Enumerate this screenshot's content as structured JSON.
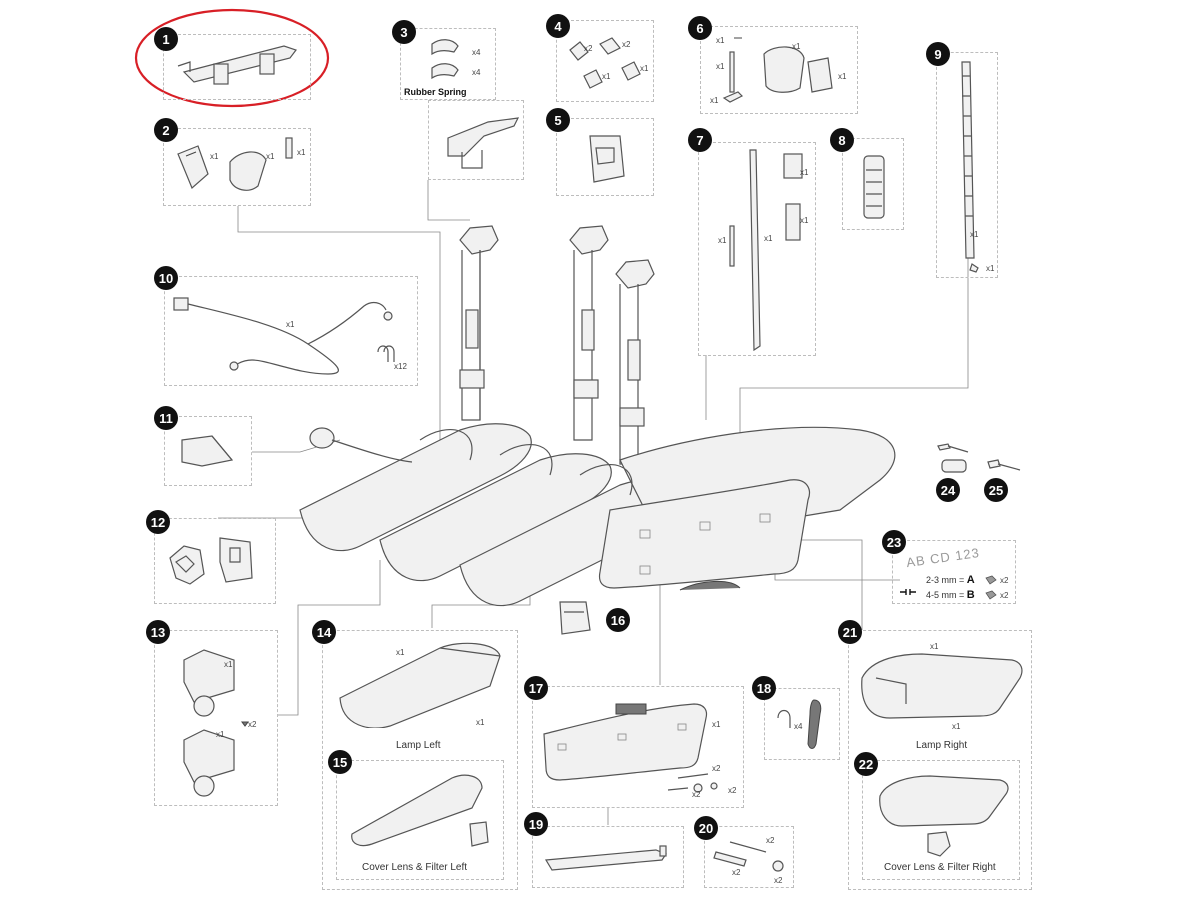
{
  "parts": [
    {
      "num": "1",
      "qty": []
    },
    {
      "num": "2",
      "qty": [
        "x1",
        "x1",
        "x1"
      ]
    },
    {
      "num": "3",
      "qty": [
        "x4",
        "x4"
      ],
      "caption": "Rubber Spring"
    },
    {
      "num": "4",
      "qty": [
        "x2",
        "x2",
        "x1",
        "x1"
      ]
    },
    {
      "num": "5",
      "qty": []
    },
    {
      "num": "6",
      "qty": [
        "x1",
        "x1",
        "x1",
        "x1",
        "x1"
      ]
    },
    {
      "num": "7",
      "qty": [
        "x1",
        "x1",
        "x1",
        "x1"
      ]
    },
    {
      "num": "8",
      "qty": []
    },
    {
      "num": "9",
      "qty": [
        "x1",
        "x1"
      ]
    },
    {
      "num": "10",
      "qty": [
        "x1",
        "x12"
      ]
    },
    {
      "num": "11",
      "qty": []
    },
    {
      "num": "12",
      "qty": []
    },
    {
      "num": "13",
      "qty": [
        "x1",
        "x2",
        "x1"
      ]
    },
    {
      "num": "14",
      "qty": [
        "x1",
        "x1"
      ],
      "caption": "Lamp Left"
    },
    {
      "num": "15",
      "qty": [],
      "caption": "Cover Lens & Filter Left"
    },
    {
      "num": "16",
      "qty": []
    },
    {
      "num": "17",
      "qty": [
        "x1",
        "x2",
        "x2",
        "x2"
      ]
    },
    {
      "num": "18",
      "qty": [
        "x4"
      ]
    },
    {
      "num": "19",
      "qty": []
    },
    {
      "num": "20",
      "qty": [
        "x2",
        "x2",
        "x2"
      ]
    },
    {
      "num": "21",
      "qty": [
        "x1",
        "x1"
      ],
      "caption": "Lamp Right"
    },
    {
      "num": "22",
      "qty": [],
      "caption": "Cover Lens & Filter Right"
    },
    {
      "num": "23",
      "qty": [
        "x2",
        "x2"
      ],
      "plate": "AB CD 123",
      "spec_a": "2-3 mm =",
      "spec_a_letter": "A",
      "spec_b": "4-5 mm =",
      "spec_b_letter": "B"
    },
    {
      "num": "24",
      "qty": []
    },
    {
      "num": "25",
      "qty": []
    }
  ],
  "highlight_color": "#d81f26",
  "badge_color": "#111111"
}
